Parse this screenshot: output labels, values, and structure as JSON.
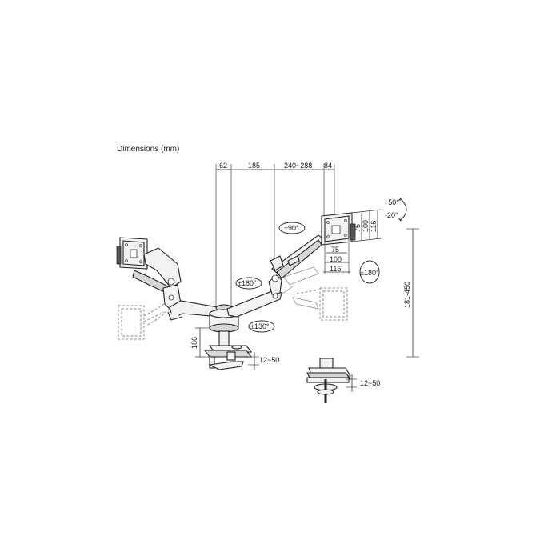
{
  "title": "Dimensions (mm)",
  "top_dims": [
    "62",
    "185",
    "240~288",
    "84"
  ],
  "tilt": {
    "up": "+50°",
    "down": "-20°"
  },
  "vesa_side": [
    "75",
    "100",
    "116"
  ],
  "vesa_bottom": [
    "75",
    "100",
    "116"
  ],
  "rotations": {
    "tilt_head": "±90°",
    "swivel_head": "±180°",
    "arm_joint": "±180°",
    "base": "±130°"
  },
  "height_range": "181-450",
  "base_height": "186",
  "clamp_thickness_1": "12~50",
  "clamp_thickness_2": "12~50"
}
